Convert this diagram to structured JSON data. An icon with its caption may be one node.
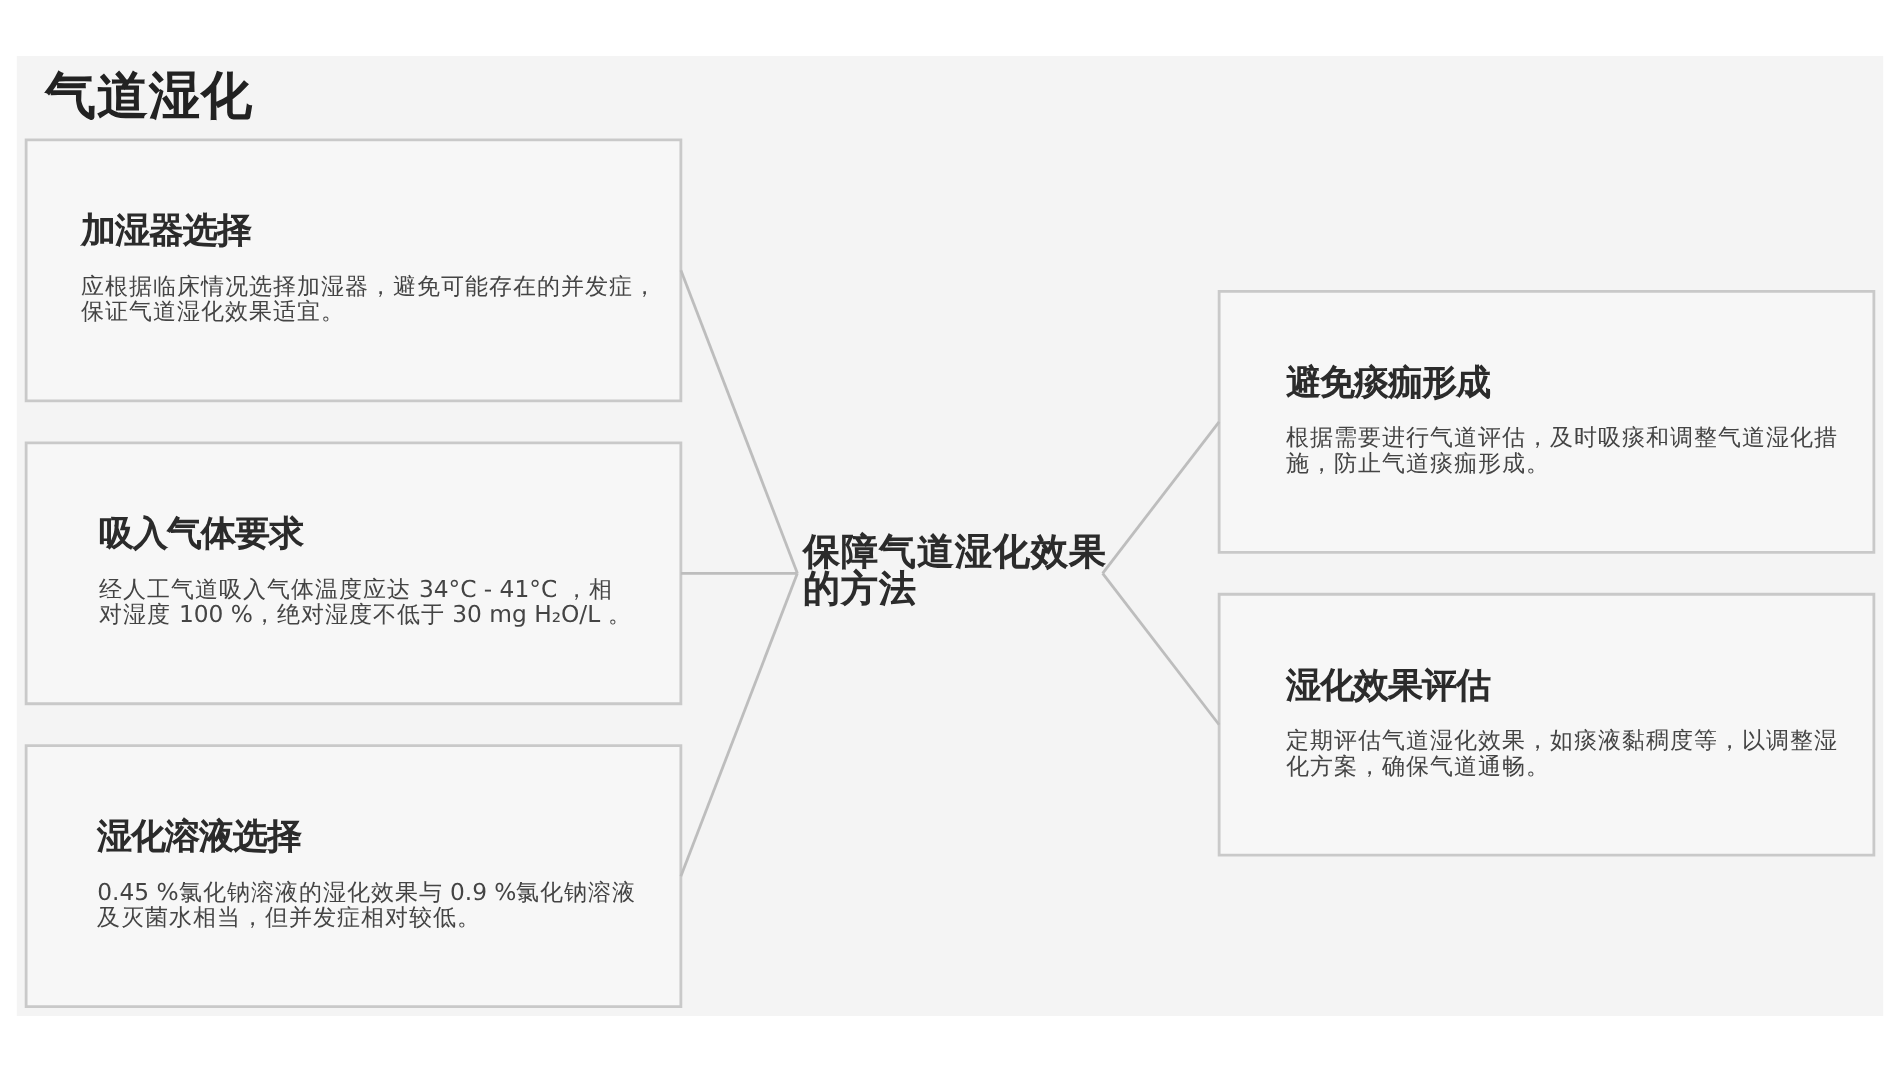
{
  "diagram": {
    "title": "气道湿化",
    "nodes": [
      {
        "text": [
          "加湿器选择",
          "应根据临床情况选择加湿器，避免可能存在的并发症，保证气道湿化效果适宜。"
        ]
      },
      {
        "text": [
          "吸入气体要求",
          "经人工气道吸入气体温度应达 34°C - 41°C ，相对湿度 100 %，绝对湿度不低于 30 mg H₂O/L 。"
        ]
      },
      {
        "text": [
          "湿化溶液选择",
          "0.45 %氯化钠溶液的湿化效果与 0.9 %氯化钠溶液及灭菌水相当，但并发症相对较低。"
        ]
      },
      {
        "text": [
          "保障气道湿化效果的方法"
        ]
      },
      {
        "text": [
          "避免痰痂形成",
          "根据需要进行气道评估，及时吸痰和调整气道湿化措施，防止气道痰痂形成。"
        ]
      },
      {
        "text": [
          "湿化效果评估",
          "定期评估气道湿化效果，如痰液黏稠度等，以调整湿化方案，确保气道通畅。"
        ]
      }
    ],
    "edges": [
      {
        "from": 3,
        "to": 0,
        "arrow": "none"
      },
      {
        "from": 3,
        "to": 1,
        "arrow": "none"
      },
      {
        "from": 3,
        "to": 2,
        "arrow": "none"
      },
      {
        "from": 3,
        "to": 4,
        "arrow": "none"
      },
      {
        "from": 3,
        "to": 5,
        "arrow": "none"
      }
    ]
  }
}
